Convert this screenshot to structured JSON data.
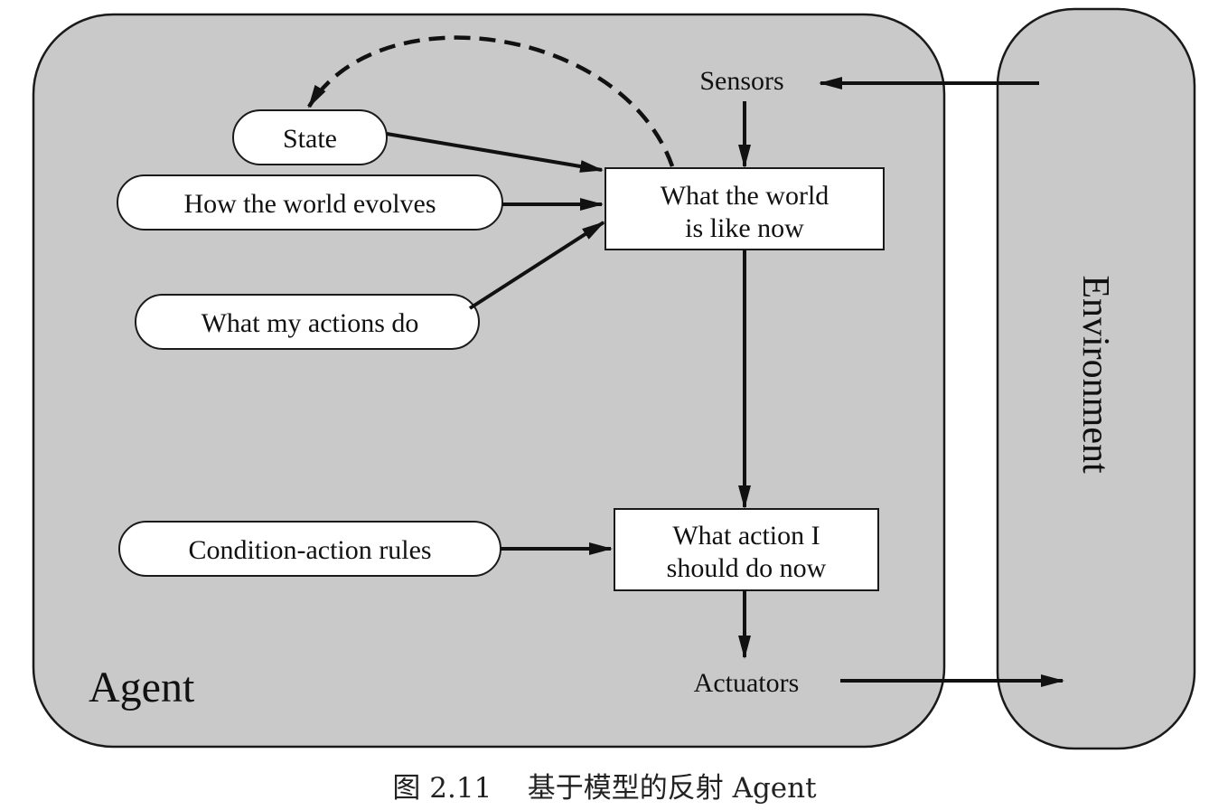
{
  "labels": {
    "agent": "Agent",
    "environment": "Environment",
    "sensors": "Sensors",
    "actuators": "Actuators"
  },
  "knowledge": {
    "state": "State",
    "how_world_evolves": "How the world evolves",
    "what_actions_do": "What my actions do",
    "condition_action_rules": "Condition-action rules"
  },
  "boxes": {
    "world_now_line1": "What the world",
    "world_now_line2": "is like now",
    "action_now_line1": "What action I",
    "action_now_line2": "should do now"
  },
  "caption": "图 2.11    基于模型的反射 Agent",
  "colors": {
    "panel_fill": "#c9c9c9",
    "panel_stroke": "#1a1a1a",
    "box_fill": "#ffffff",
    "ink": "#111111"
  }
}
